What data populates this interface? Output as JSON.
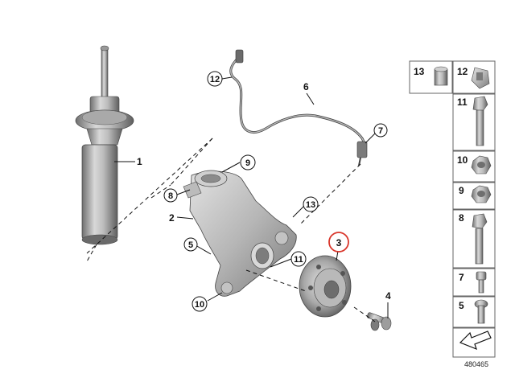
{
  "diagram": {
    "callouts": {
      "strut": "1",
      "knuckle": "2",
      "wheel_hub": "3",
      "hub_bolt": "4",
      "knuckle_bolt_5": "5",
      "wheel_speed_sensor": "6",
      "sensor_end": "7",
      "strut_knuckle_marker": "8",
      "knuckle_top": "9",
      "knuckle_bottom": "10",
      "hub_screw_11": "11",
      "sensor_clip": "12",
      "sensor_lead_13": "13"
    },
    "highlighted_callout": "3",
    "highlight_color": "#d9362b",
    "parts_panel": [
      {
        "id": "13",
        "icon": "bushing-icon"
      },
      {
        "id": "12",
        "icon": "clip-icon"
      },
      {
        "id": "11",
        "icon": "long-bolt-icon"
      },
      {
        "id": "10",
        "icon": "hex-nut-icon"
      },
      {
        "id": "9",
        "icon": "hex-nut-icon"
      },
      {
        "id": "8",
        "icon": "stud-bolt-icon"
      },
      {
        "id": "7",
        "icon": "socket-screw-icon"
      },
      {
        "id": "5",
        "icon": "flange-screw-icon"
      }
    ],
    "diagram_id": "480465"
  }
}
